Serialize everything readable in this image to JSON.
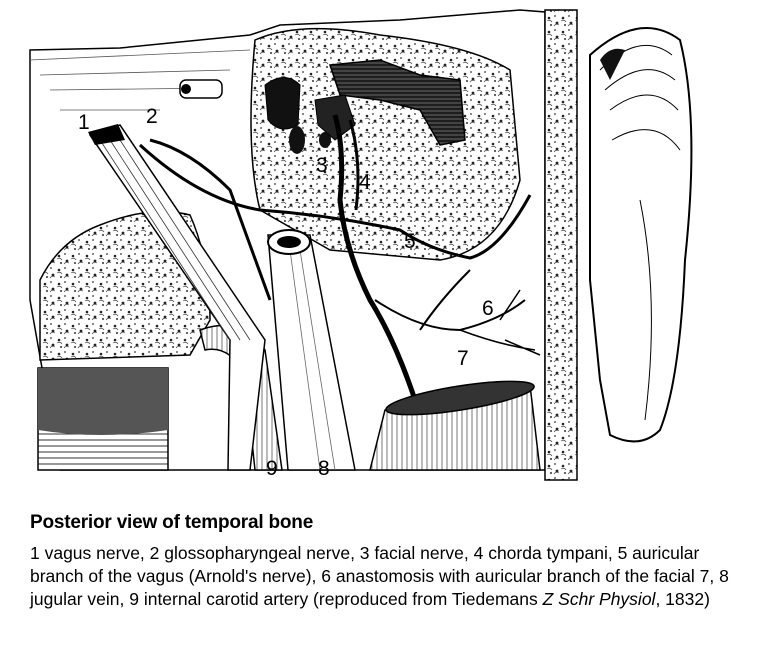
{
  "figure": {
    "labels": {
      "l1": "1",
      "l2": "2",
      "l3": "3",
      "l4": "4",
      "l5": "5",
      "l6": "6",
      "l7": "7",
      "l8": "8",
      "l9": "9"
    }
  },
  "caption": {
    "title": "Posterior view of temporal bone",
    "text_main": "1 vagus nerve, 2 glossopharyngeal nerve, 3 facial nerve, 4 chorda tympani, 5 auricular branch of the vagus (Arnold's nerve), 6 anastomosis with auricular branch of the facial 7, 8 jugular vein, 9 internal carotid artery (reproduced from Tiedemans ",
    "journal": "Z Schr Physiol",
    "year_suffix": ", 1832)"
  }
}
